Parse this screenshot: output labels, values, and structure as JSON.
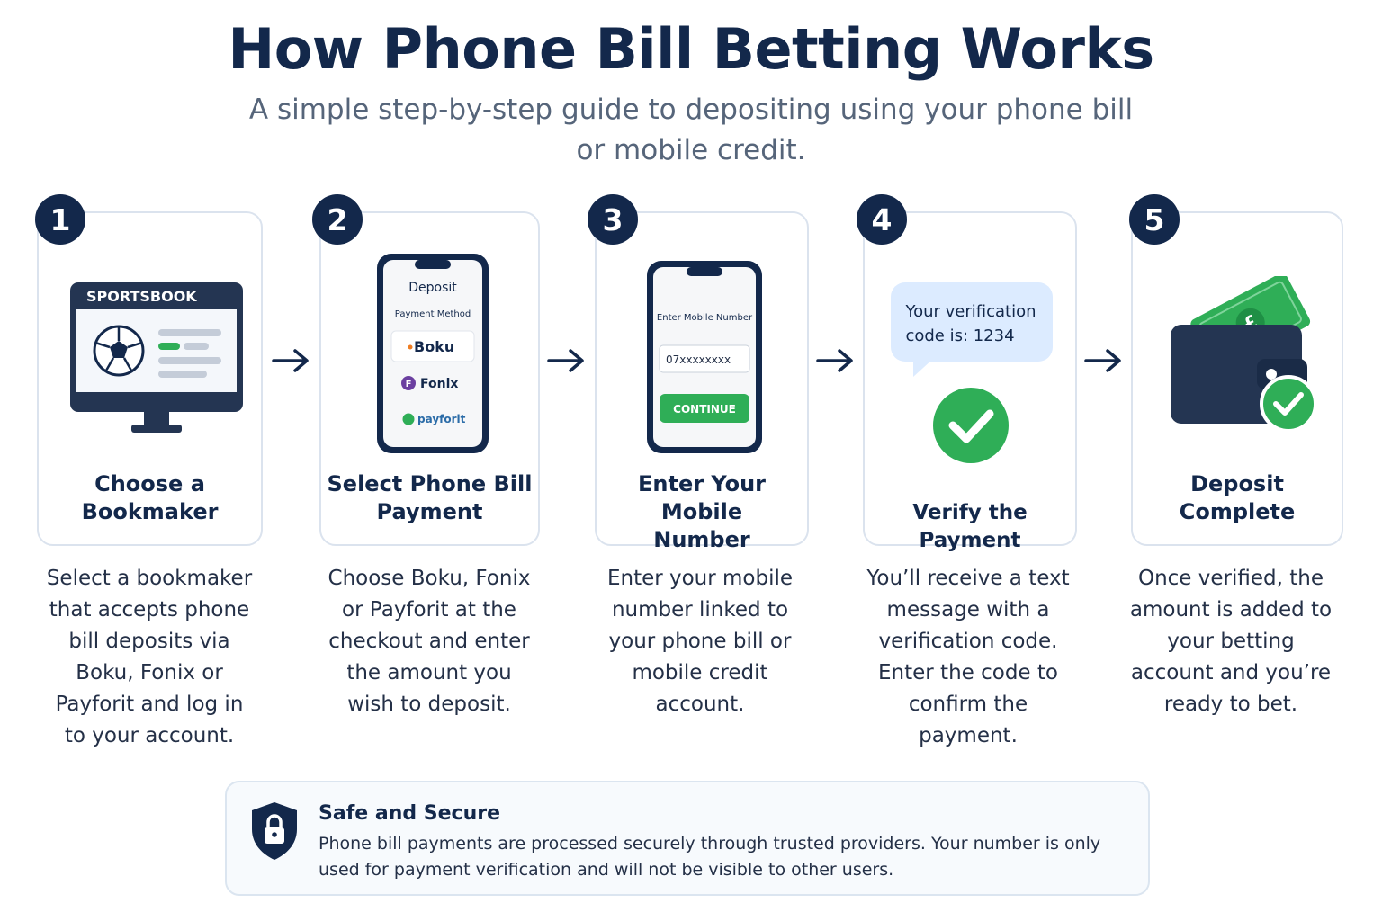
{
  "header": {
    "title": "How Phone Bill Betting Works",
    "subtitle": "A simple step-by-step guide to depositing using your phone bill or mobile credit."
  },
  "colors": {
    "navy": "#13284b",
    "green": "#2fae57",
    "bubble": "#dcebff",
    "border": "#dbe3ee"
  },
  "steps": [
    {
      "number": "1",
      "title_line1": "Choose a",
      "title_line2": "Bookmaker",
      "description": "Select a bookmaker that accepts phone bill deposits via Boku, Fonix or Payforit and log in to your account.",
      "icon": "monitor-soccer-icon",
      "screen_label": "SPORTSBOOK"
    },
    {
      "number": "2",
      "title_line1": "Select Phone Bill",
      "title_line2": "Payment",
      "description": "Choose Boku, Fonix or Payforit at the checkout and enter the amount you wish to deposit.",
      "icon": "phone-payment-icon",
      "screen_title": "Deposit",
      "screen_subtitle": "Payment Method",
      "options": [
        "Boku",
        "Fonix",
        "payforit"
      ]
    },
    {
      "number": "3",
      "title_line1": "Enter Your Mobile",
      "title_line2": "Number",
      "description": "Enter your mobile number linked to your phone bill or mobile credit account.",
      "icon": "phone-input-icon",
      "screen_label": "Enter Mobile Number",
      "input_value": "07xxxxxxxx",
      "button_label": "CONTINUE"
    },
    {
      "number": "4",
      "title_line1": "Verify the Payment",
      "title_line2": "",
      "description": "You’ll receive a text message with a verification code. Enter the code to confirm the payment.",
      "icon": "message-check-icon",
      "bubble_line1": "Your verification",
      "bubble_line2": "code is: 1234"
    },
    {
      "number": "5",
      "title_line1": "Deposit",
      "title_line2": "Complete",
      "description": "Once verified, the amount is added to your betting account and you’re ready to bet.",
      "icon": "wallet-check-icon",
      "currency_symbol": "£"
    }
  ],
  "secure": {
    "title": "Safe and Secure",
    "text": "Phone bill payments are processed securely through trusted providers. Your number is only used for payment verification and will not be visible to other users.",
    "icon": "shield-lock-icon"
  }
}
